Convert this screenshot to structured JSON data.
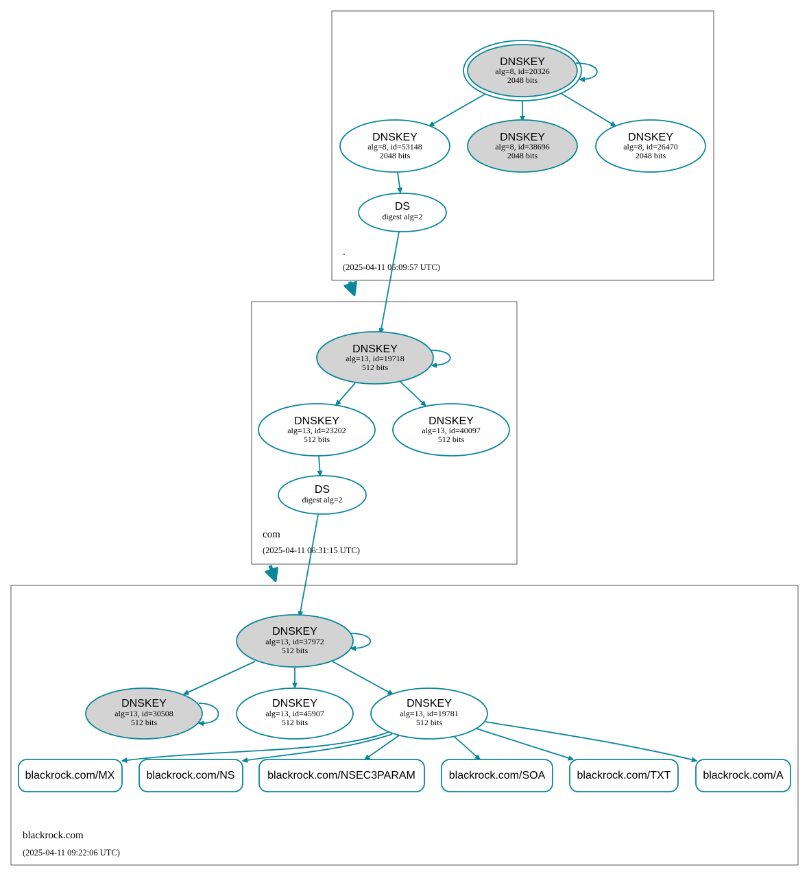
{
  "colors": {
    "edge": "#0a879a",
    "node_fill_gray": "#d3d3d3",
    "node_fill_white": "#ffffff",
    "zone_border": "#555555"
  },
  "zones": [
    {
      "id": "root",
      "name": ".",
      "timestamp": "(2025-04-11 05:09:57 UTC)"
    },
    {
      "id": "com",
      "name": "com",
      "timestamp": "(2025-04-11 06:31:15 UTC)"
    },
    {
      "id": "blackrock",
      "name": "blackrock.com",
      "timestamp": "(2025-04-11 09:22:06 UTC)"
    }
  ],
  "nodes": {
    "root_ksk": {
      "title": "DNSKEY",
      "line1": "alg=8, id=20326",
      "line2": "2048 bits",
      "fill": "gray",
      "double": true
    },
    "root_53148": {
      "title": "DNSKEY",
      "line1": "alg=8, id=53148",
      "line2": "2048 bits",
      "fill": "white"
    },
    "root_38696": {
      "title": "DNSKEY",
      "line1": "alg=8, id=38696",
      "line2": "2048 bits",
      "fill": "gray"
    },
    "root_26470": {
      "title": "DNSKEY",
      "line1": "alg=8, id=26470",
      "line2": "2048 bits",
      "fill": "white"
    },
    "root_ds": {
      "title": "DS",
      "line1": "digest alg=2"
    },
    "com_ksk": {
      "title": "DNSKEY",
      "line1": "alg=13, id=19718",
      "line2": "512 bits",
      "fill": "gray"
    },
    "com_23202": {
      "title": "DNSKEY",
      "line1": "alg=13, id=23202",
      "line2": "512 bits",
      "fill": "white"
    },
    "com_40097": {
      "title": "DNSKEY",
      "line1": "alg=13, id=40097",
      "line2": "512 bits",
      "fill": "white"
    },
    "com_ds": {
      "title": "DS",
      "line1": "digest alg=2"
    },
    "br_ksk": {
      "title": "DNSKEY",
      "line1": "alg=13, id=37972",
      "line2": "512 bits",
      "fill": "gray"
    },
    "br_30508": {
      "title": "DNSKEY",
      "line1": "alg=13, id=30508",
      "line2": "512 bits",
      "fill": "gray"
    },
    "br_45907": {
      "title": "DNSKEY",
      "line1": "alg=13, id=45907",
      "line2": "512 bits",
      "fill": "white"
    },
    "br_19781": {
      "title": "DNSKEY",
      "line1": "alg=13, id=19781",
      "line2": "512 bits",
      "fill": "white"
    }
  },
  "rrsets": {
    "mx": "blackrock.com/MX",
    "ns": "blackrock.com/NS",
    "nsec3param": "blackrock.com/NSEC3PARAM",
    "soa": "blackrock.com/SOA",
    "txt": "blackrock.com/TXT",
    "a": "blackrock.com/A"
  }
}
